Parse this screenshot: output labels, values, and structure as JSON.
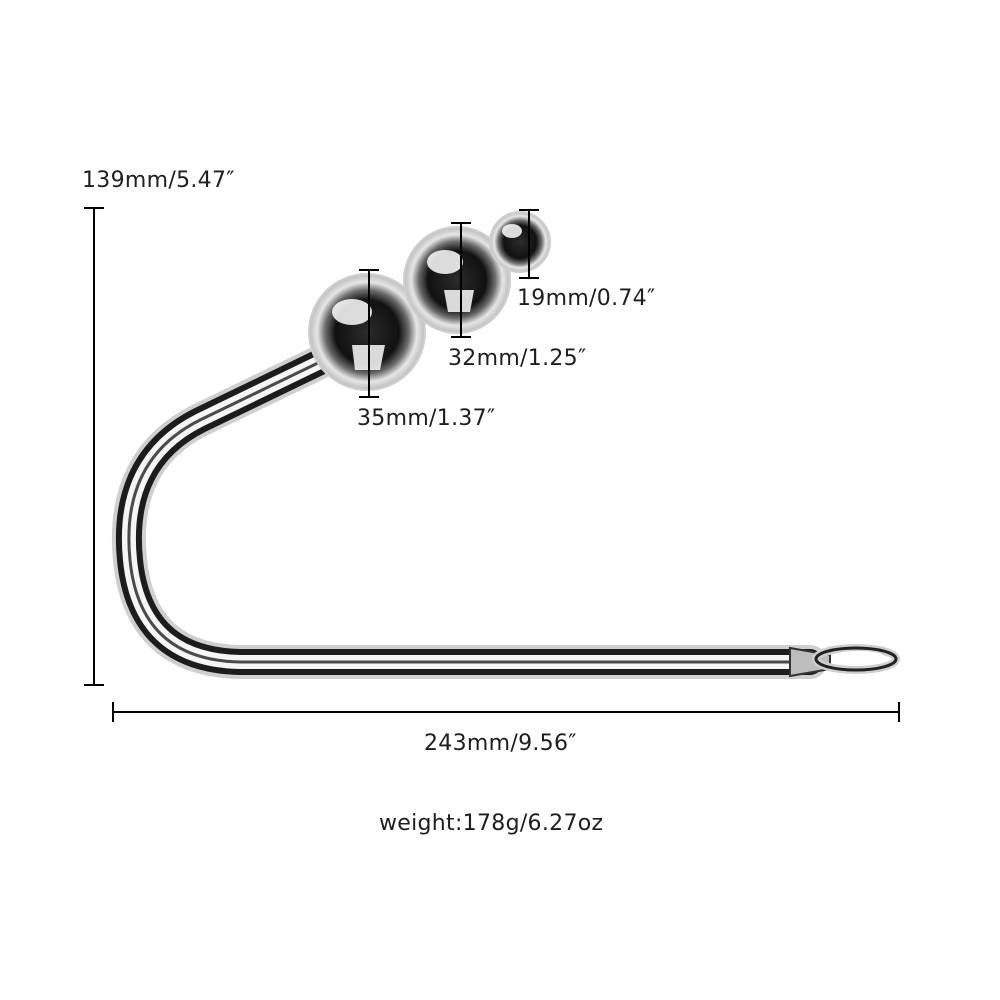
{
  "diagram": {
    "type": "product-dimension-diagram",
    "subject": "stainless steel hook with three graduated balls and end ring",
    "dimensions": {
      "height": {
        "label": "139mm/5.47″",
        "mm": 139,
        "inch": 5.47
      },
      "length": {
        "label": "243mm/9.56″",
        "mm": 243,
        "inch": 9.56
      },
      "ball_large": {
        "label": "35mm/1.37″",
        "mm": 35,
        "inch": 1.37
      },
      "ball_medium": {
        "label": "32mm/1.25″",
        "mm": 32,
        "inch": 1.25
      },
      "ball_small": {
        "label": "19mm/0.74″",
        "mm": 19,
        "inch": 0.74
      }
    },
    "weight": {
      "label": "weight:178g/6.27oz",
      "g": 178,
      "oz": 6.27
    },
    "colors": {
      "background": "#ffffff",
      "text": "#1e1e1e",
      "dimension_line": "#000000",
      "metal_light": "#f2f2f2",
      "metal_mid": "#9a9a9a",
      "metal_dark": "#1a1a1a"
    }
  }
}
